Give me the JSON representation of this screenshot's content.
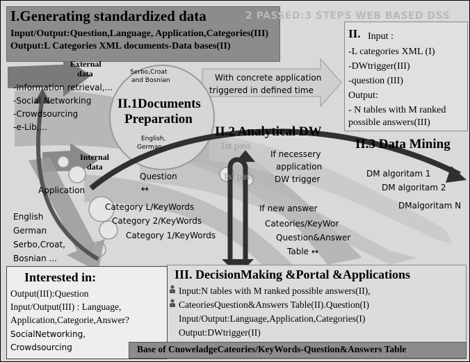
{
  "watermark": "2 PASSED:3  STEPS WEB BASED DSS",
  "section1": {
    "title": "I.Generating standardized data",
    "line1": "Input/Output:Question,Language, Application,Categories(III)",
    "line2": "Output:L Categories  XML documents-Data bases(II)"
  },
  "section2": {
    "title": "II.",
    "input_label": "Input :",
    "items": [
      "-L categories  XML (I)",
      "-DWtrigger(III)",
      "-question (III)"
    ],
    "output_label": "Output:",
    "output_lines": [
      "- N tables with M ranked",
      "possible answers(III)"
    ]
  },
  "external_data": {
    "line1": "External",
    "line2": "data"
  },
  "external_sources": [
    "-Information retrieval,...",
    "-Social Networking",
    "-Crowdsourcing",
    "-e-Lib,..."
  ],
  "languages_top": [
    "Serbo,Croat",
    "and Bosnian"
  ],
  "languages_mid": [
    "English,",
    "German"
  ],
  "concrete_application": [
    "With concrete application",
    "triggered  in defined time"
  ],
  "documents_prep": [
    "II.1Documents",
    "Preparation"
  ],
  "internal_data": {
    "line1": "Internal",
    "line2": "data"
  },
  "analytical_dw": "II.2 Analytical DW",
  "data_mining": "II.3 Data Mining",
  "first_pass": "1st pass",
  "second_pass": "1st pass",
  "dw_trigger": [
    "If necessery",
    "application",
    "DW trigger"
  ],
  "dm_algorithms": [
    "DM algoritam 1",
    "DM algoritam 2",
    "DMalgoritam N"
  ],
  "question_block": {
    "label": "Question",
    "arrow": "↔"
  },
  "categories": [
    "Category  L/KeyWords",
    "Category 2/KeyWords",
    "Category 1/KeyWords"
  ],
  "application_label": "Application",
  "languages_bottom": [
    "English",
    "German",
    "Serbo,Croat,",
    "Bosnian ..."
  ],
  "new_answer": [
    "If new answer",
    "Cateories/KeyWor",
    "Question&Answer",
    "Table ↔"
  ],
  "section3": {
    "title": "III. DecisionMaking &Portal &Applications",
    "lines": [
      "Input:N tables with M ranked possible answers(II),",
      "CateoriesQuestion&Answers Table(II).Question(I)",
      "Input/Output:Language,Application,Categories(I)",
      "Output:DWtrigger(II)"
    ]
  },
  "interested": {
    "title": "Interested in:",
    "lines": [
      "Output(III):Question",
      "Input/Output(III) : Language,",
      "Application,Categorie,Answer?",
      "SocialNetworking,",
      "Crowdsourcing"
    ]
  },
  "base_bar": "Base of CnoweladgeCateories/KeyWords-Question&Answers Table"
}
